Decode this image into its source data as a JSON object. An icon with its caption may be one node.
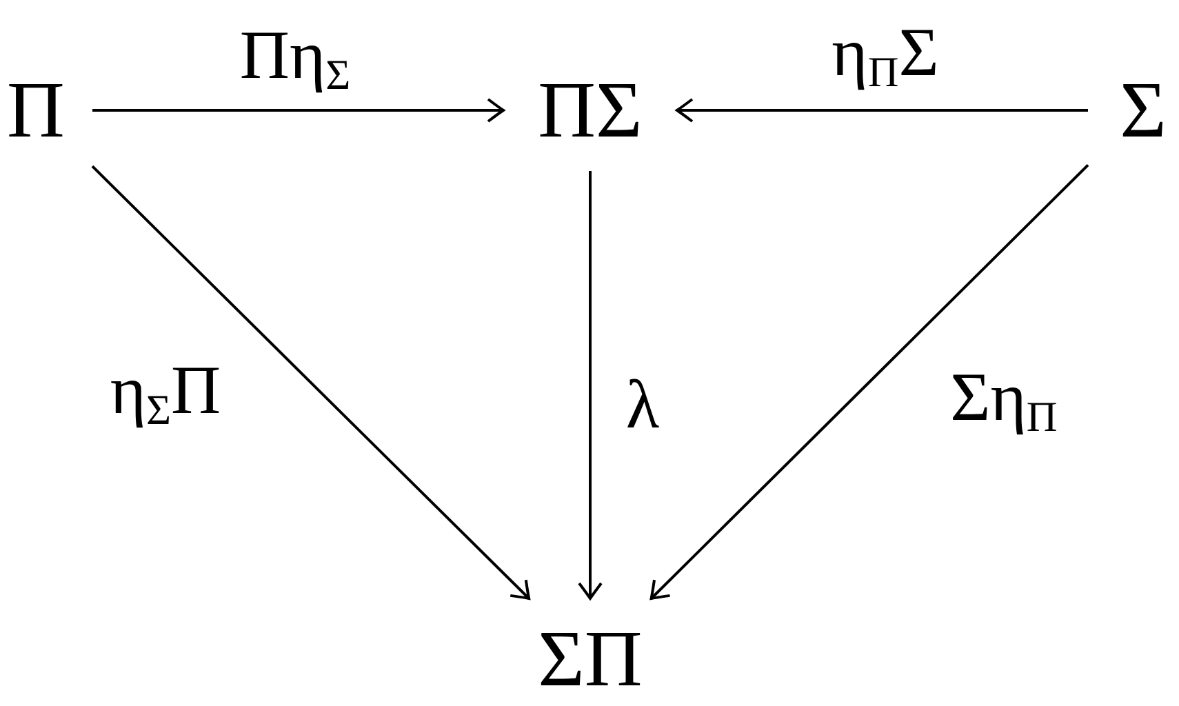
{
  "diagram": {
    "nodes": [
      {
        "text": [
          "Π"
        ]
      },
      {
        "text": [
          "ΠΣ"
        ]
      },
      {
        "text": [
          "Σ"
        ]
      },
      {
        "text": [
          "ΣΠ"
        ]
      }
    ],
    "edges": [
      {
        "from": 0,
        "to": 1,
        "arrow": "to",
        "label": "Πη$_{Σ}$"
      },
      {
        "from": 2,
        "to": 1,
        "arrow": "to",
        "label": "η$_{Π}$Σ"
      },
      {
        "from": 0,
        "to": 3,
        "arrow": "to",
        "label": "η$_{Σ}$Π"
      },
      {
        "from": 1,
        "to": 3,
        "arrow": "to",
        "label": "λ"
      },
      {
        "from": 2,
        "to": 3,
        "arrow": "to",
        "label": "Ση$_{Π}$"
      }
    ]
  }
}
